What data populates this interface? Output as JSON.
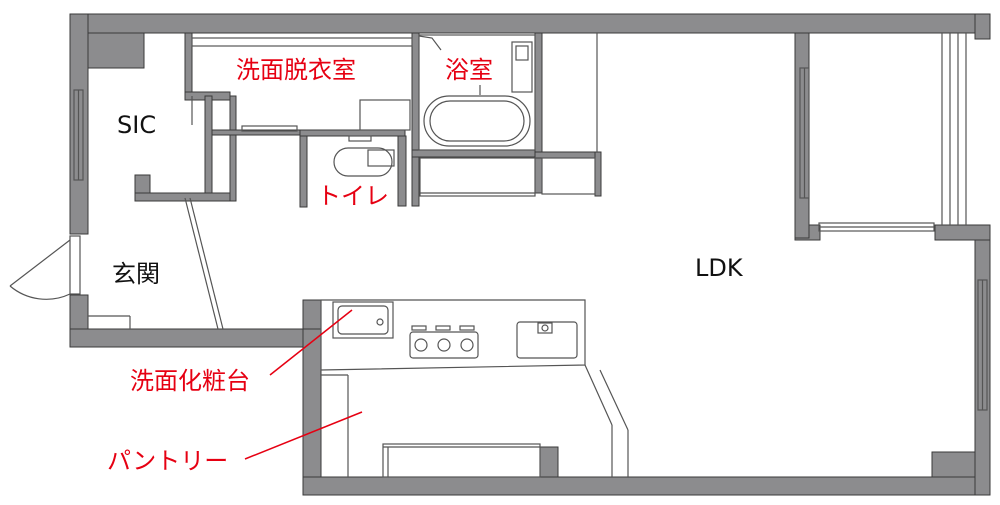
{
  "rooms": {
    "washroom": "洗面脱衣室",
    "bath": "浴室",
    "sic": "SIC",
    "toilet": "トイレ",
    "entrance": "玄関",
    "ldk": "LDK"
  },
  "callouts": {
    "vanity": "洗面化粧台",
    "pantry": "パントリー"
  },
  "colors": {
    "wall_fill": "#8c8c8e",
    "wall_stroke": "#3a3a3a",
    "line": "#555555",
    "label_red": "#e60012",
    "label_black": "#111111"
  }
}
